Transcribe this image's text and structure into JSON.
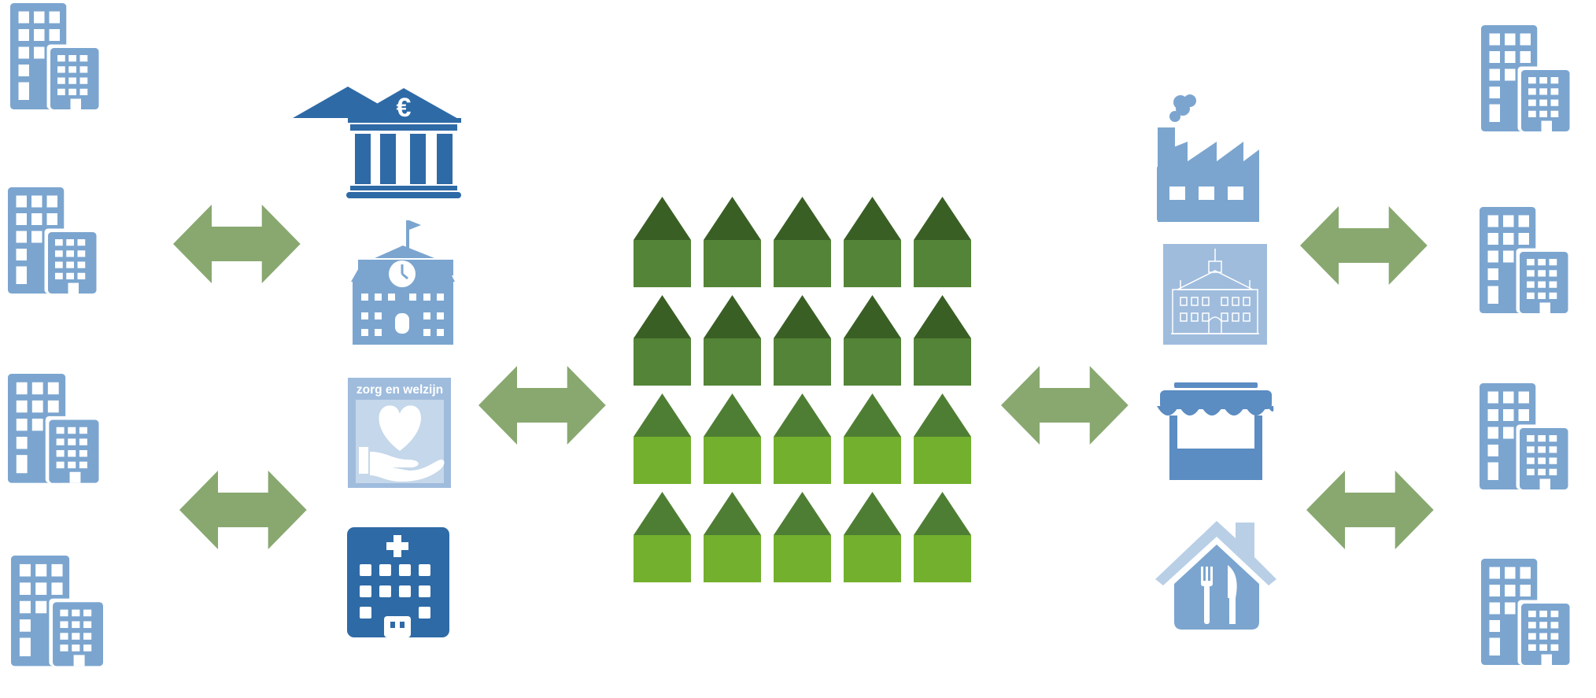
{
  "colors": {
    "building_light": "#7ba5cf",
    "building_mid": "#5b8cc2",
    "building_dark": "#2e6aa6",
    "building_tile": "#9fbcdd",
    "arrow": "#88a870",
    "house_dark_roof": "#3a5f25",
    "house_dark_body": "#548437",
    "house_light_roof": "#4e7e33",
    "house_light_body": "#72b02e",
    "window": "#ffffff"
  },
  "icons": {
    "left_buildings": [
      "office-buildings-icon",
      "office-buildings-icon",
      "office-buildings-icon",
      "office-buildings-icon"
    ],
    "right_buildings": [
      "office-buildings-icon",
      "office-buildings-icon",
      "office-buildings-icon",
      "office-buildings-icon"
    ],
    "left_services": [
      "bank-euro-icon",
      "school-icon",
      "care-welfare-icon",
      "hospital-icon"
    ],
    "right_services": [
      "factory-icon",
      "town-hall-icon",
      "shop-icon",
      "restaurant-icon"
    ],
    "center": "housing-grid-icon",
    "arrows": "double-arrow-icon"
  },
  "care_tile": {
    "label": "zorg en welzijn"
  },
  "housing_grid": {
    "rows": 4,
    "cols": 5,
    "row_styles": [
      "dark",
      "dark",
      "light",
      "light"
    ]
  }
}
